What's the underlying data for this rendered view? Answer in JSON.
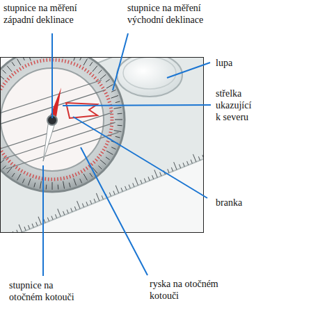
{
  "diagram": {
    "labels": [
      "stupnice na měření západní deklinace",
      "stupnice na měření východní deklinace",
      "lupa",
      "střelka ukazující k severu",
      "branka",
      "stupnice na otočném kotouči",
      "ryska na otočném kotouči"
    ]
  }
}
